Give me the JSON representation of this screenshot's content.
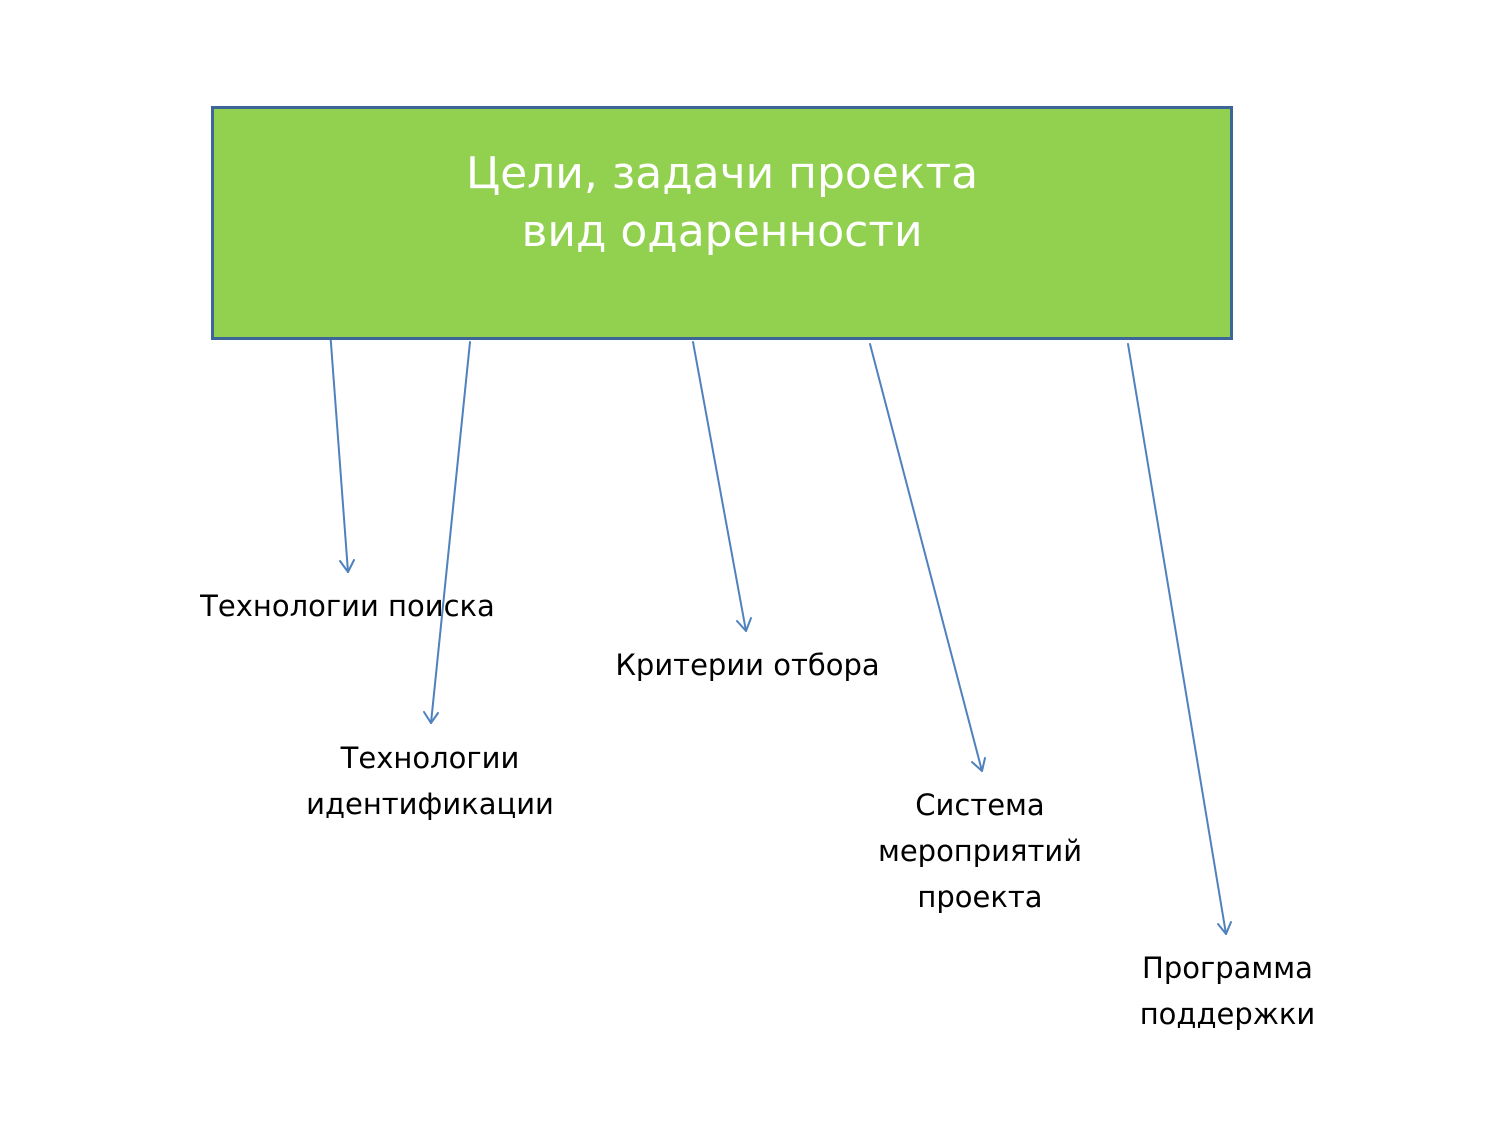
{
  "main": {
    "line1": "Цели, задачи проекта",
    "line2": "вид одаренности",
    "fill_color": "#92d050",
    "border_color": "#3c6697"
  },
  "labels": {
    "search": "Технологии поиска",
    "ident_line1": "Технологии",
    "ident_line2": "идентификации",
    "criteria": "Критерии отбора",
    "events_line1": "Система",
    "events_line2": "мероприятий",
    "events_line3": "проекта",
    "support_line1": "Программа",
    "support_line2": "поддержки"
  },
  "arrow_color": "#4f81bd"
}
